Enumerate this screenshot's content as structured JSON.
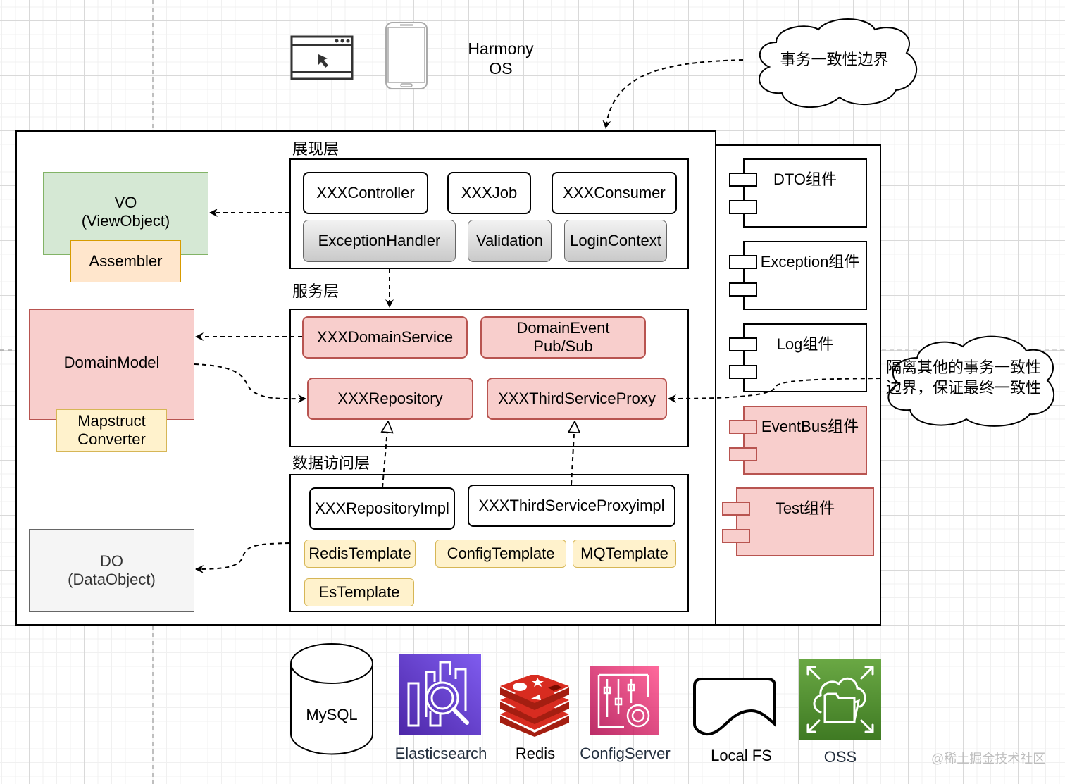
{
  "clients": {
    "web_icon": "browser-window-icon",
    "mobile_icon": "mobile-phone-icon",
    "harmony_line1": "Harmony",
    "harmony_line2": "OS"
  },
  "clouds": {
    "transaction_boundary": "事务一致性边界",
    "isolation_line1": "隔离其他的事务一致性",
    "isolation_line2": "边界，保证最终一致性"
  },
  "layers": {
    "presentation": {
      "title": "展现层",
      "row1": [
        "XXXController",
        "XXXJob",
        "XXXConsumer"
      ],
      "row2": [
        "ExceptionHandler",
        "Validation",
        "LoginContext"
      ]
    },
    "service": {
      "title": "服务层",
      "domain_service": "XXXDomainService",
      "domain_event_line1": "DomainEvent",
      "domain_event_line2": "Pub/Sub",
      "repository": "XXXRepository",
      "third_service_proxy": "XXXThirdServiceProxy"
    },
    "data_access": {
      "title": "数据访问层",
      "repository_impl": "XXXRepositoryImpl",
      "third_service_proxy_impl": "XXXThirdServiceProxyimpl",
      "templates": [
        "RedisTemplate",
        "ConfigTemplate",
        "MQTemplate",
        "EsTemplate"
      ]
    }
  },
  "models": {
    "vo_line1": "VO",
    "vo_line2": "(ViewObject)",
    "assembler": "Assembler",
    "domain_model": "DomainModel",
    "mapstruct_line1": "Mapstruct",
    "mapstruct_line2": "Converter",
    "do_line1": "DO",
    "do_line2": "(DataObject)"
  },
  "components": [
    "DTO组件",
    "Exception组件",
    "Log组件",
    "EventBus组件",
    "Test组件"
  ],
  "infrastructure": {
    "mysql": "MySQL",
    "elasticsearch": "Elasticsearch",
    "redis": "Redis",
    "config_server": "ConfigServer",
    "local_fs": "Local FS",
    "oss": "OSS"
  },
  "colors": {
    "vo_fill": "#d5e8d4",
    "assembler_fill": "#ffe6cc",
    "domain_fill": "#f8cecc",
    "template_fill": "#fff2cc",
    "do_fill": "#f5f5f5",
    "elasticsearch": "#5a3fd6",
    "redis": "#c6302b",
    "config_server": "#c7336a",
    "oss": "#4d8a2f"
  },
  "watermark": "@稀土掘金技术社区"
}
